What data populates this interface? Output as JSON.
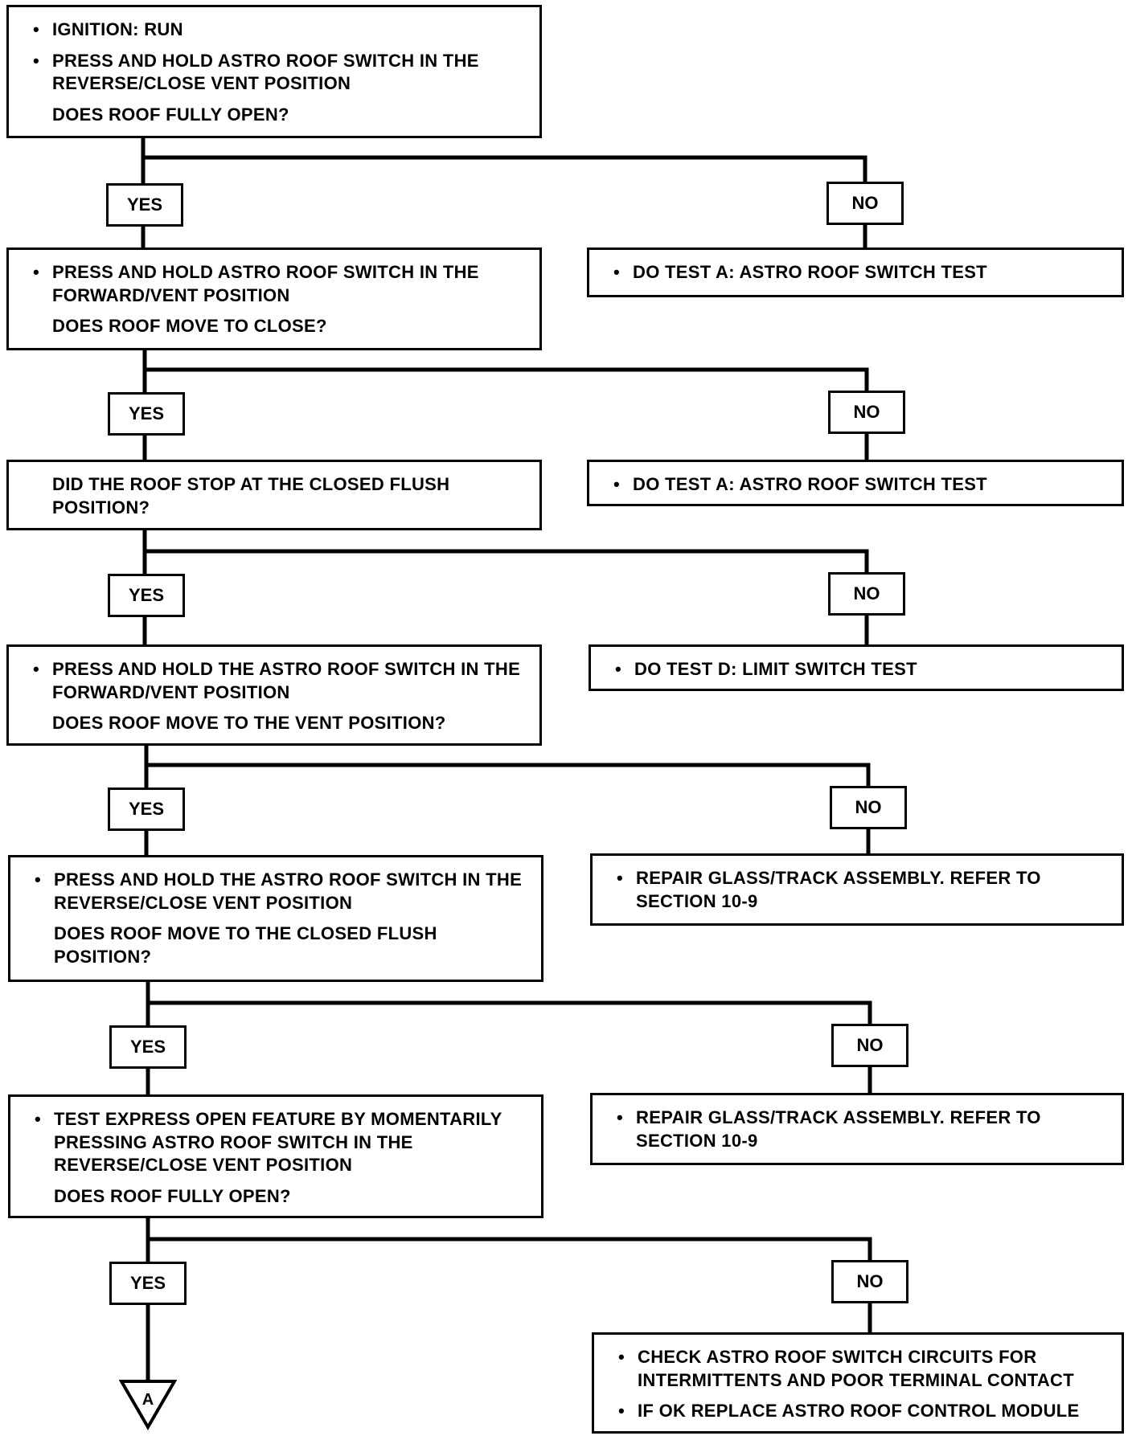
{
  "steps": [
    {
      "lines": [
        {
          "bullet": true,
          "text": "IGNITION: RUN"
        },
        {
          "bullet": true,
          "text": "PRESS AND HOLD ASTRO ROOF SWITCH IN THE REVERSE/CLOSE VENT POSITION"
        },
        {
          "bullet": false,
          "text": "DOES ROOF FULLY OPEN?"
        }
      ]
    },
    {
      "lines": [
        {
          "bullet": true,
          "text": "PRESS AND HOLD ASTRO ROOF SWITCH IN THE FORWARD/VENT POSITION"
        },
        {
          "bullet": false,
          "text": "DOES ROOF MOVE TO CLOSE?"
        }
      ]
    },
    {
      "lines": [
        {
          "bullet": false,
          "text": "DID THE ROOF STOP AT THE CLOSED FLUSH POSITION?"
        }
      ]
    },
    {
      "lines": [
        {
          "bullet": true,
          "text": "PRESS AND HOLD THE ASTRO ROOF SWITCH IN THE FORWARD/VENT POSITION"
        },
        {
          "bullet": false,
          "text": "DOES ROOF MOVE TO THE VENT POSITION?"
        }
      ]
    },
    {
      "lines": [
        {
          "bullet": true,
          "text": "PRESS AND HOLD THE ASTRO ROOF SWITCH IN THE REVERSE/CLOSE VENT POSITION"
        },
        {
          "bullet": false,
          "text": "DOES ROOF MOVE TO THE CLOSED FLUSH POSITION?"
        }
      ]
    },
    {
      "lines": [
        {
          "bullet": true,
          "text": "TEST EXPRESS OPEN FEATURE BY MOMENTARILY PRESSING ASTRO ROOF SWITCH IN THE REVERSE/CLOSE VENT POSITION"
        },
        {
          "bullet": false,
          "text": "DOES ROOF FULLY OPEN?"
        }
      ]
    }
  ],
  "no_actions": [
    {
      "lines": [
        {
          "bullet": true,
          "text": "DO TEST A: ASTRO ROOF SWITCH TEST"
        }
      ]
    },
    {
      "lines": [
        {
          "bullet": true,
          "text": "DO TEST A: ASTRO ROOF SWITCH TEST"
        }
      ]
    },
    {
      "lines": [
        {
          "bullet": true,
          "text": "DO TEST D: LIMIT SWITCH TEST"
        }
      ]
    },
    {
      "lines": [
        {
          "bullet": true,
          "text": "REPAIR GLASS/TRACK ASSEMBLY. REFER TO SECTION 10-9"
        }
      ]
    },
    {
      "lines": [
        {
          "bullet": true,
          "text": "REPAIR GLASS/TRACK ASSEMBLY. REFER TO SECTION 10-9"
        }
      ]
    },
    {
      "lines": [
        {
          "bullet": true,
          "text": "CHECK ASTRO ROOF SWITCH CIRCUITS FOR INTERMITTENTS AND POOR TERMINAL CONTACT"
        },
        {
          "bullet": true,
          "text": "IF OK REPLACE ASTRO ROOF CONTROL MODULE"
        }
      ]
    }
  ],
  "labels": {
    "yes": "YES",
    "no": "NO"
  },
  "connector": {
    "label": "A"
  }
}
